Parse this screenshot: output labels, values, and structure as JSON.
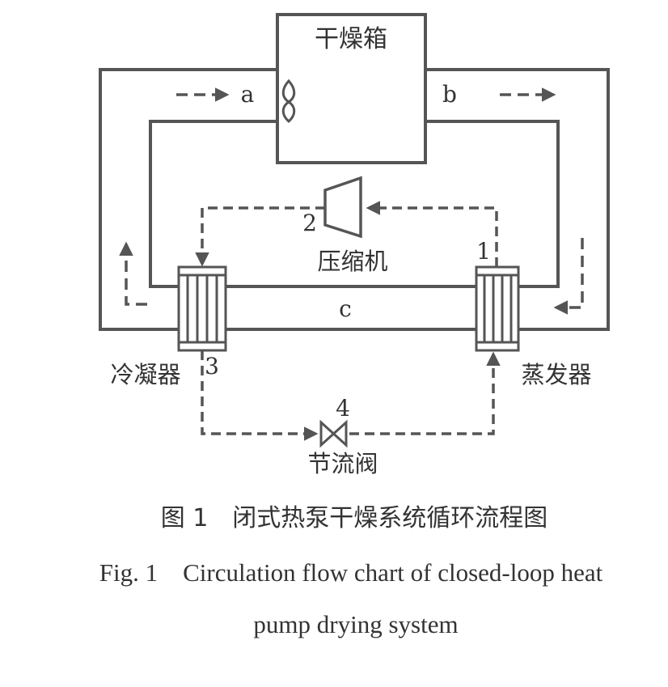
{
  "diagram": {
    "drying_box_label": "干燥箱",
    "compressor_label": "压缩机",
    "condenser_label": "冷凝器",
    "evaporator_label": "蒸发器",
    "throttle_label": "节流阀",
    "point_labels": {
      "a": "a",
      "b": "b",
      "c": "c",
      "p1": "1",
      "p2": "2",
      "p3": "3",
      "p4": "4"
    },
    "colors": {
      "line": "#555555",
      "text": "#333333"
    }
  },
  "caption": {
    "cn": "图 1　闭式热泵干燥系统循环流程图",
    "en_line1": "Fig. 1　Circulation flow chart of closed-loop heat",
    "en_line2": "pump drying system"
  }
}
